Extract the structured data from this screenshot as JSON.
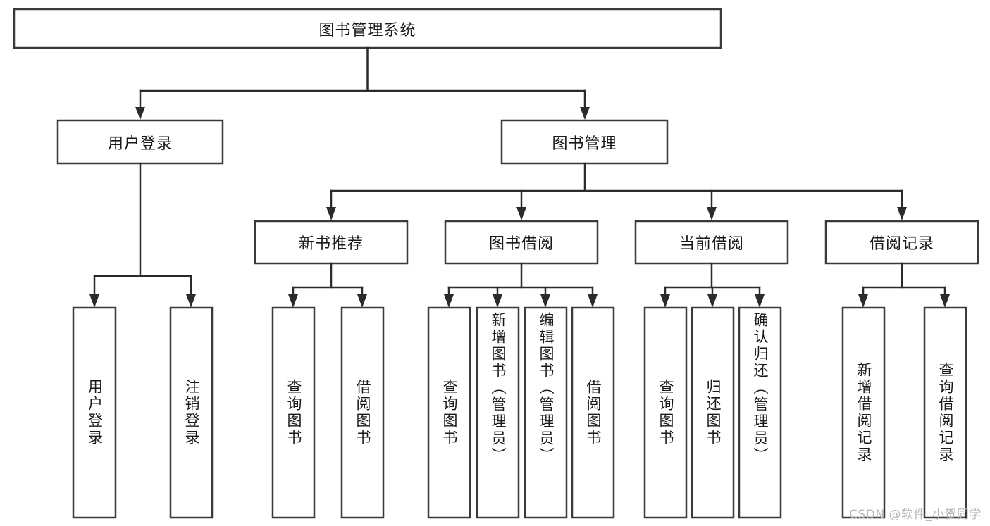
{
  "diagram": {
    "type": "tree-hierarchy-chart",
    "title": "图书管理系统",
    "orientation": "top-down",
    "watermark": "CSDN @软件_小贺同学",
    "colors": {
      "box_fill": "#ffffff",
      "box_stroke": "#3a3a3a",
      "connector": "#2b2b2b",
      "text": "#1a1a1a",
      "watermark": "#b8b8b8"
    },
    "levels": [
      {
        "level": 1,
        "nodes": [
          {
            "id": "root",
            "label": "图书管理系统",
            "orientation": "horizontal"
          }
        ]
      },
      {
        "level": 2,
        "nodes": [
          {
            "id": "user-login",
            "label": "用户登录",
            "orientation": "horizontal",
            "parent": "root"
          },
          {
            "id": "book-manage",
            "label": "图书管理",
            "orientation": "horizontal",
            "parent": "root"
          }
        ]
      },
      {
        "level": 3,
        "nodes": [
          {
            "id": "new-book-rec",
            "label": "新书推荐",
            "orientation": "horizontal",
            "parent": "book-manage"
          },
          {
            "id": "book-borrow",
            "label": "图书借阅",
            "orientation": "horizontal",
            "parent": "book-manage"
          },
          {
            "id": "current-borrow",
            "label": "当前借阅",
            "orientation": "horizontal",
            "parent": "book-manage"
          },
          {
            "id": "borrow-record",
            "label": "借阅记录",
            "orientation": "horizontal",
            "parent": "book-manage"
          }
        ]
      },
      {
        "level": 4,
        "nodes": [
          {
            "id": "leaf-user-login",
            "label": "用户登录",
            "orientation": "vertical",
            "parent": "user-login"
          },
          {
            "id": "leaf-logout",
            "label": "注销登录",
            "orientation": "vertical",
            "parent": "user-login"
          },
          {
            "id": "leaf-query-book-1",
            "label": "查询图书",
            "orientation": "vertical",
            "parent": "new-book-rec"
          },
          {
            "id": "leaf-borrow-book-1",
            "label": "借阅图书",
            "orientation": "vertical",
            "parent": "new-book-rec"
          },
          {
            "id": "leaf-query-book-2",
            "label": "查询图书",
            "orientation": "vertical",
            "parent": "book-borrow"
          },
          {
            "id": "leaf-add-book",
            "label": "新增图书（管理员）",
            "orientation": "vertical",
            "parent": "book-borrow"
          },
          {
            "id": "leaf-edit-book",
            "label": "编辑图书（管理员）",
            "orientation": "vertical",
            "parent": "book-borrow"
          },
          {
            "id": "leaf-borrow-book-2",
            "label": "借阅图书",
            "orientation": "vertical",
            "parent": "book-borrow"
          },
          {
            "id": "leaf-query-book-3",
            "label": "查询图书",
            "orientation": "vertical",
            "parent": "current-borrow"
          },
          {
            "id": "leaf-return-book",
            "label": "归还图书",
            "orientation": "vertical",
            "parent": "current-borrow"
          },
          {
            "id": "leaf-confirm-return",
            "label": "确认归还（管理员）",
            "orientation": "vertical",
            "parent": "current-borrow"
          },
          {
            "id": "leaf-add-record",
            "label": "新增借阅记录",
            "orientation": "vertical",
            "parent": "borrow-record"
          },
          {
            "id": "leaf-query-record",
            "label": "查询借阅记录",
            "orientation": "vertical",
            "parent": "borrow-record"
          }
        ]
      }
    ]
  }
}
